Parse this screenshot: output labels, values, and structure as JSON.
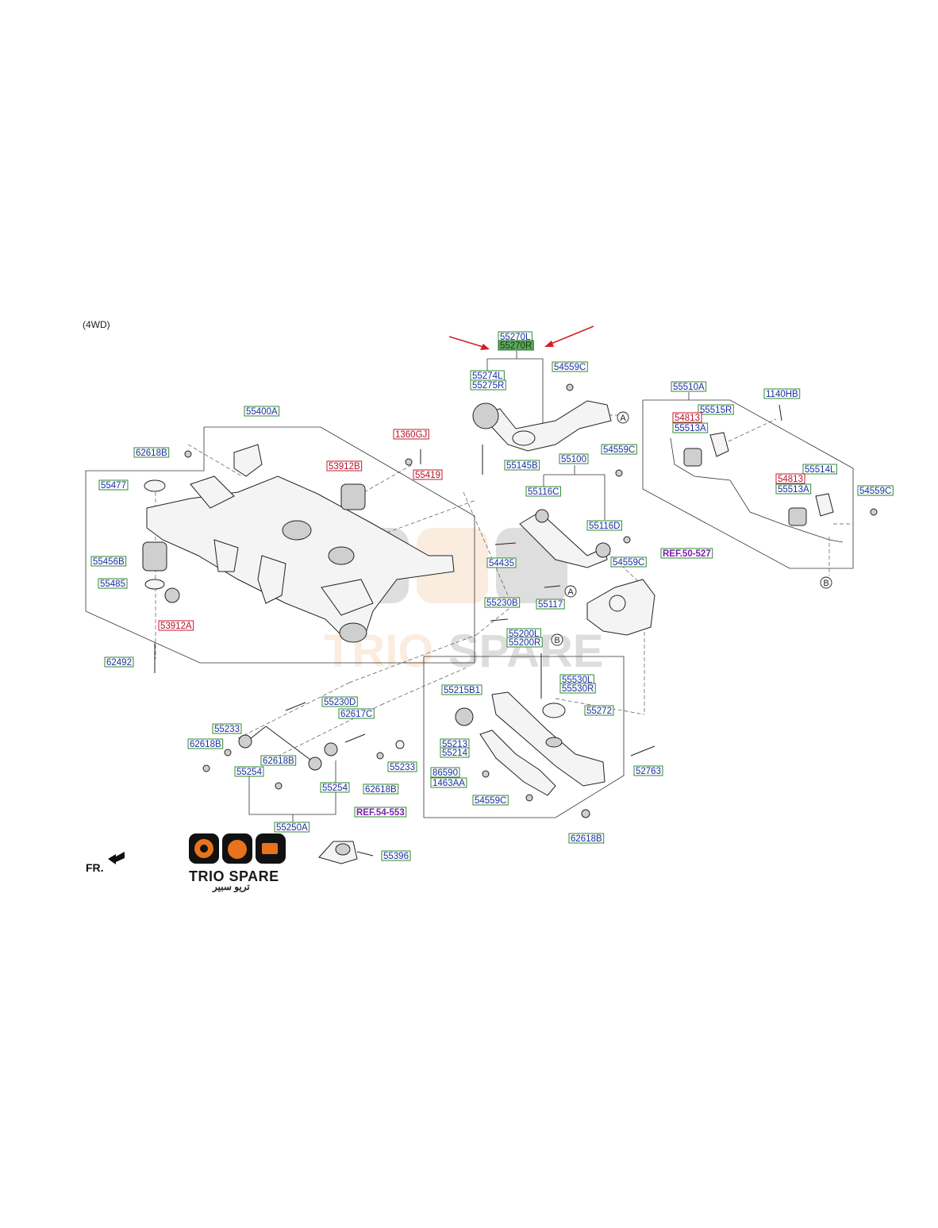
{
  "header": {
    "variant_note": "(4WD)"
  },
  "footer": {
    "front_label": "FR.",
    "brand_name": "TRIO SPARE",
    "brand_name_ar": "تريو سبير"
  },
  "highlight": {
    "arrow_color": "#d42020",
    "fill_color": "#5fa85f"
  },
  "callouts": [
    {
      "id": "c1",
      "text": "55270L",
      "style": "green"
    },
    {
      "id": "c2",
      "text": "55270R",
      "style": "highlight"
    },
    {
      "id": "c3",
      "text": "55274L",
      "style": "green"
    },
    {
      "id": "c4",
      "text": "55275R",
      "style": "green"
    },
    {
      "id": "c5",
      "text": "54559C",
      "style": "green"
    },
    {
      "id": "c6",
      "text": "55400A",
      "style": "green"
    },
    {
      "id": "c7",
      "text": "1360GJ",
      "style": "red"
    },
    {
      "id": "c8",
      "text": "62618B",
      "style": "green"
    },
    {
      "id": "c9",
      "text": "53912B",
      "style": "red"
    },
    {
      "id": "c10",
      "text": "55419",
      "style": "red"
    },
    {
      "id": "c11",
      "text": "55145B",
      "style": "green"
    },
    {
      "id": "c12",
      "text": "55477",
      "style": "green"
    },
    {
      "id": "c13",
      "text": "55100",
      "style": "green"
    },
    {
      "id": "c14",
      "text": "54559C",
      "style": "green"
    },
    {
      "id": "c15",
      "text": "55510A",
      "style": "green"
    },
    {
      "id": "c16",
      "text": "1140HB",
      "style": "green"
    },
    {
      "id": "c17",
      "text": "55515R",
      "style": "green"
    },
    {
      "id": "c18",
      "text": "54813",
      "style": "red"
    },
    {
      "id": "c19",
      "text": "55513A",
      "style": "green"
    },
    {
      "id": "c20",
      "text": "55116C",
      "style": "green"
    },
    {
      "id": "c21",
      "text": "55514L",
      "style": "green"
    },
    {
      "id": "c22",
      "text": "54813",
      "style": "red"
    },
    {
      "id": "c23",
      "text": "55513A",
      "style": "green"
    },
    {
      "id": "c24",
      "text": "54559C",
      "style": "green"
    },
    {
      "id": "c25",
      "text": "55116D",
      "style": "green"
    },
    {
      "id": "c26",
      "text": "REF.50-527",
      "style": "ref"
    },
    {
      "id": "c27",
      "text": "55456B",
      "style": "green"
    },
    {
      "id": "c28",
      "text": "54435",
      "style": "green"
    },
    {
      "id": "c29",
      "text": "54559C",
      "style": "green"
    },
    {
      "id": "c30",
      "text": "55485",
      "style": "green"
    },
    {
      "id": "c31",
      "text": "53912A",
      "style": "red"
    },
    {
      "id": "c32",
      "text": "55230B",
      "style": "green"
    },
    {
      "id": "c33",
      "text": "55117",
      "style": "green"
    },
    {
      "id": "c34",
      "text": "55200L",
      "style": "green"
    },
    {
      "id": "c35",
      "text": "55200R",
      "style": "green"
    },
    {
      "id": "c36",
      "text": "62492",
      "style": "green"
    },
    {
      "id": "c37",
      "text": "55530L",
      "style": "green"
    },
    {
      "id": "c38",
      "text": "55530R",
      "style": "green"
    },
    {
      "id": "c39",
      "text": "55215B1",
      "style": "green"
    },
    {
      "id": "c40",
      "text": "55272",
      "style": "green"
    },
    {
      "id": "c41",
      "text": "55230D",
      "style": "green"
    },
    {
      "id": "c42",
      "text": "62617C",
      "style": "green"
    },
    {
      "id": "c43",
      "text": "55233",
      "style": "green"
    },
    {
      "id": "c44",
      "text": "62618B",
      "style": "green"
    },
    {
      "id": "c45",
      "text": "55213",
      "style": "green"
    },
    {
      "id": "c46",
      "text": "55214",
      "style": "green"
    },
    {
      "id": "c47",
      "text": "62618B",
      "style": "green"
    },
    {
      "id": "c48",
      "text": "55254",
      "style": "green"
    },
    {
      "id": "c49",
      "text": "55233",
      "style": "green"
    },
    {
      "id": "c50",
      "text": "86590",
      "style": "green"
    },
    {
      "id": "c51",
      "text": "1463AA",
      "style": "green"
    },
    {
      "id": "c52",
      "text": "52763",
      "style": "green"
    },
    {
      "id": "c53",
      "text": "55254",
      "style": "green"
    },
    {
      "id": "c54",
      "text": "62618B",
      "style": "green"
    },
    {
      "id": "c55",
      "text": "54559C",
      "style": "green"
    },
    {
      "id": "c56",
      "text": "REF.54-553",
      "style": "ref"
    },
    {
      "id": "c57",
      "text": "55250A",
      "style": "green"
    },
    {
      "id": "c58",
      "text": "62618B",
      "style": "green"
    },
    {
      "id": "c59",
      "text": "55396",
      "style": "green"
    }
  ],
  "circle_markers": [
    {
      "id": "m1",
      "letter": "A"
    },
    {
      "id": "m2",
      "letter": "A"
    },
    {
      "id": "m3",
      "letter": "B"
    },
    {
      "id": "m4",
      "letter": "B"
    }
  ]
}
